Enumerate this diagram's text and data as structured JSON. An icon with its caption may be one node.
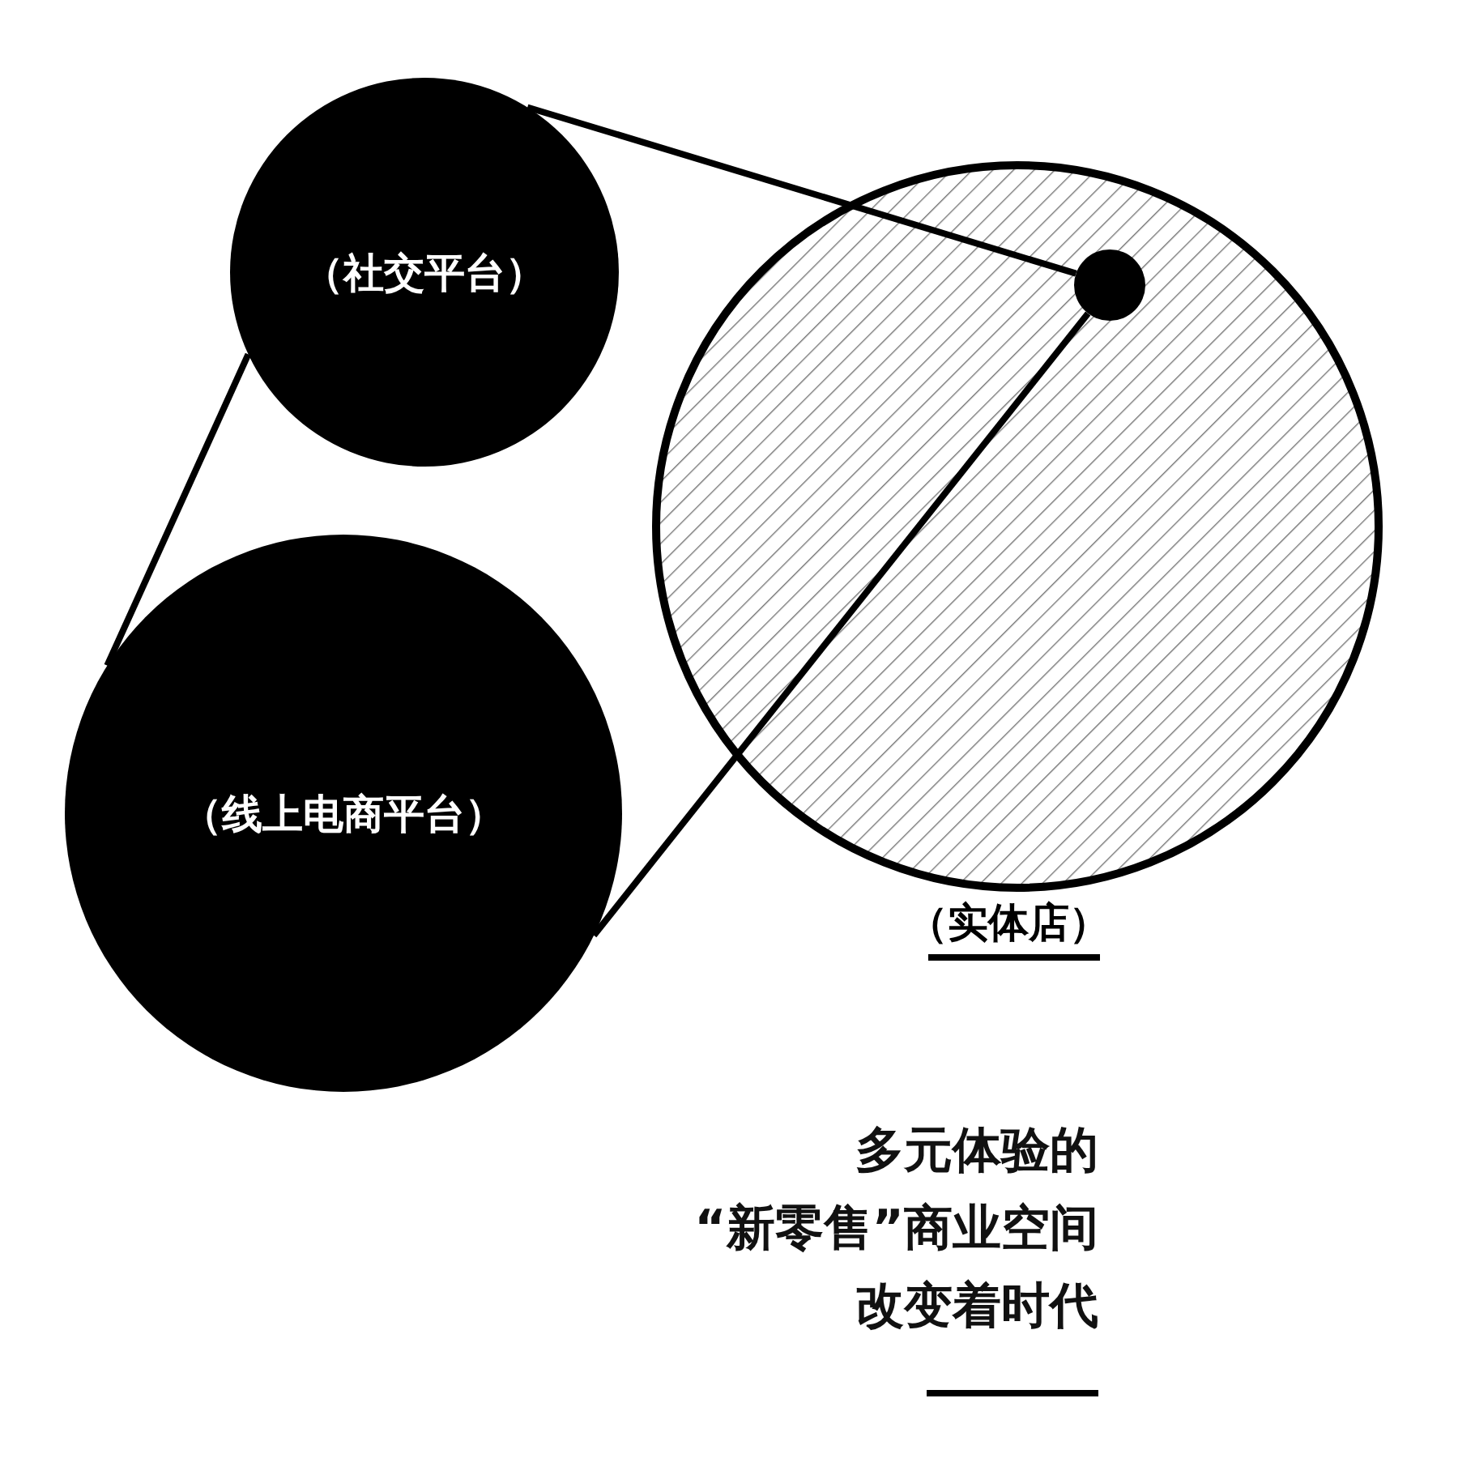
{
  "diagram": {
    "nodes": [
      {
        "text": [
          "（社交平台）"
        ]
      },
      {
        "text": [
          "（线上电商平台）"
        ]
      },
      {
        "text": [],
        "shape": "circle",
        "beside": [
          "（实体店）"
        ]
      },
      {
        "text": [],
        "shape": "circle",
        "in": 2
      }
    ],
    "edges": [
      {
        "from": 3,
        "to": 0,
        "arrow": "none"
      },
      {
        "from": 3,
        "to": 1,
        "arrow": "none"
      },
      {
        "from": 0,
        "to": 1,
        "arrow": "none"
      }
    ],
    "labels": [
      "多元体验的",
      "“新零售”商业空间",
      "改变着时代"
    ]
  }
}
